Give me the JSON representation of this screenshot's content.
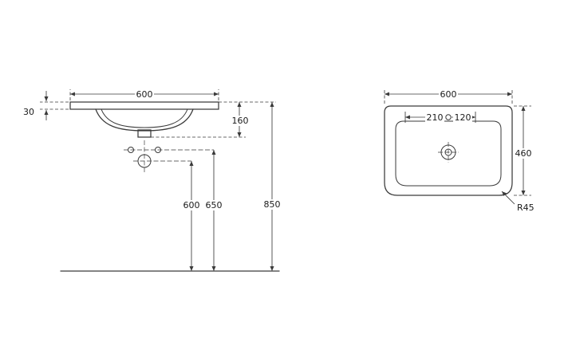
{
  "colors": {
    "line": "#3a3a3a",
    "text": "#1a1a1a",
    "background": "#ffffff"
  },
  "front_view": {
    "width": "600",
    "rim_thickness": "30",
    "basin_depth": "160",
    "height_to_drain": "600",
    "height_to_tap_holes": "650",
    "height_to_rim": "850"
  },
  "plan_view": {
    "width": "600",
    "tap_left_offset": "210",
    "tap_right_offset": "120",
    "depth": "460",
    "corner_radius": "R45"
  }
}
